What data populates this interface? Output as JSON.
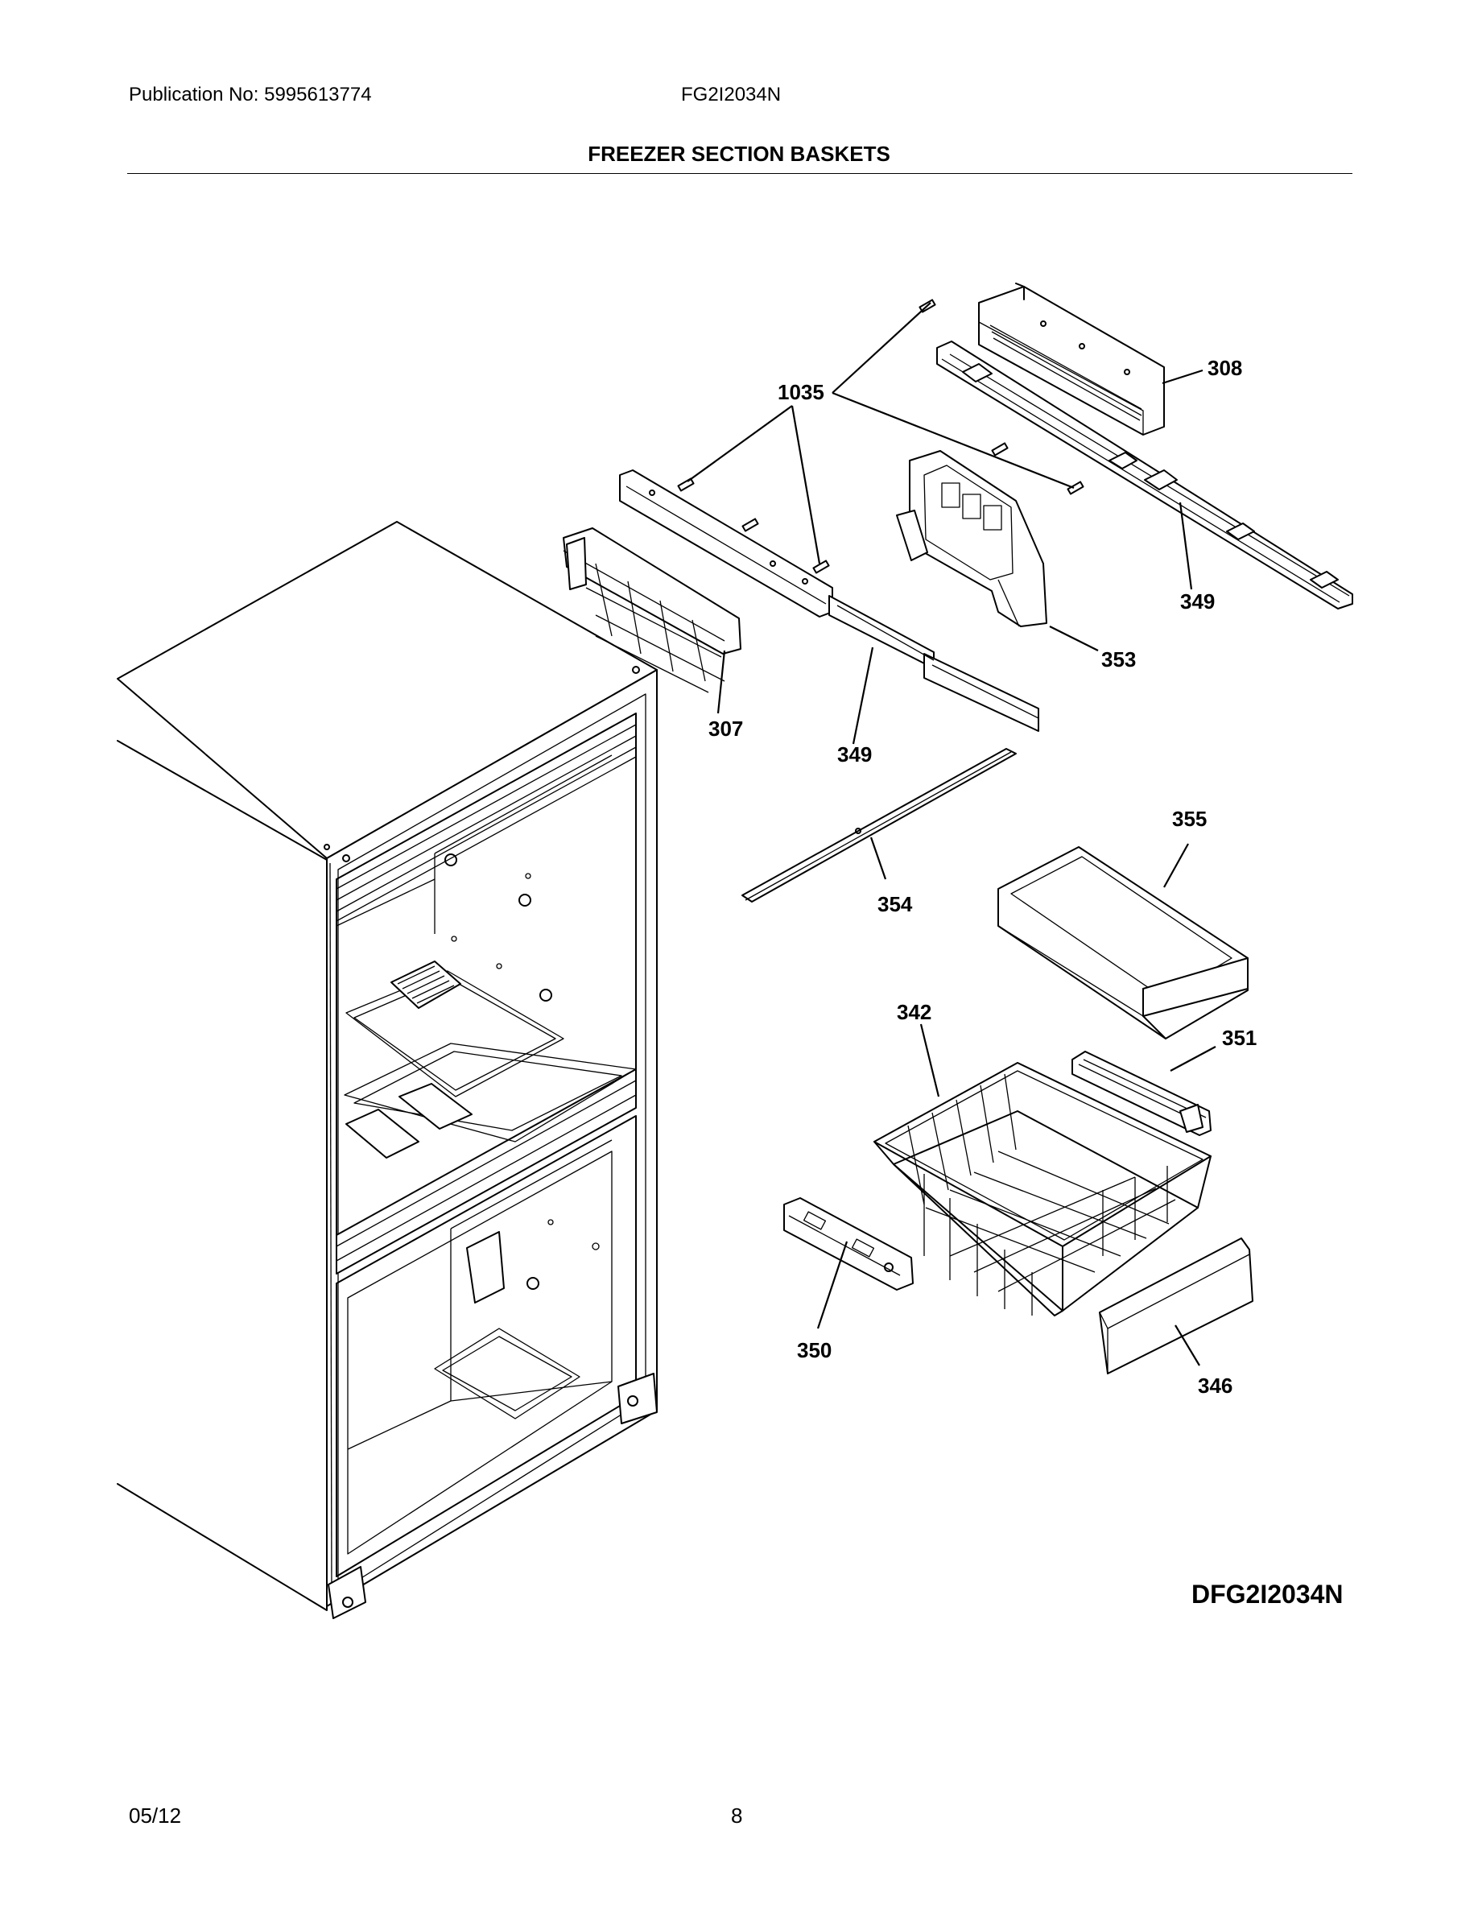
{
  "header": {
    "publication": "Publication No: 5995613774",
    "model": "FG2I2034N",
    "section_title": "FREEZER SECTION BASKETS"
  },
  "callouts": {
    "c308": "308",
    "c1035": "1035",
    "c349_right": "349",
    "c353": "353",
    "c307": "307",
    "c349_left": "349",
    "c355": "355",
    "c354": "354",
    "c342": "342",
    "c351": "351",
    "c350": "350",
    "c346": "346"
  },
  "diagram_code": "DFG2I2034N",
  "footer": {
    "date": "05/12",
    "page": "8"
  }
}
